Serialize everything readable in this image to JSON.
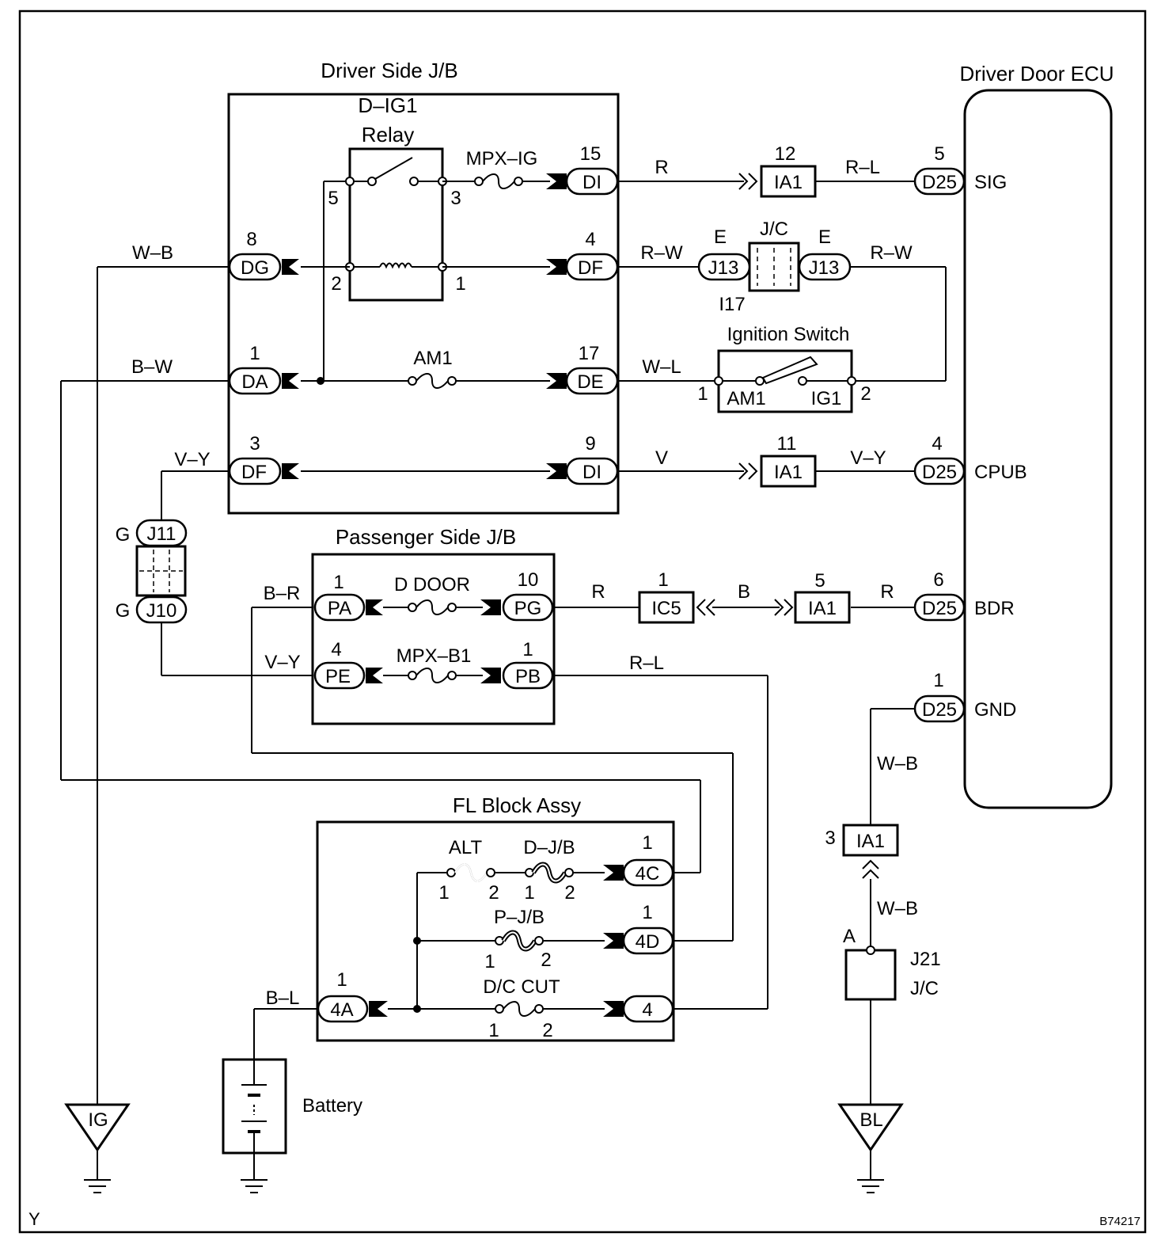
{
  "corner": {
    "left": "Y",
    "right": "B74217"
  },
  "blocks": {
    "driver_jb": "Driver Side J/B",
    "driver_ecu": "Driver Door ECU",
    "passenger_jb": "Passenger Side J/B",
    "fl_block": "FL Block Assy",
    "relay_line1": "D–IG1",
    "relay_line2": "Relay",
    "ignition_switch": "Ignition Switch",
    "ignition_switch_id": "I17",
    "jc_top": "J/C",
    "j21_id": "J21",
    "j21_jc": "J/C",
    "battery": "Battery"
  },
  "fuses": {
    "mpx_ig": "MPX–IG",
    "am1": "AM1",
    "d_door": "D DOOR",
    "mpx_b1": "MPX–B1",
    "alt": "ALT",
    "d_jb": "D–J/B",
    "p_jb": "P–J/B",
    "dc_cut": "D/C CUT"
  },
  "ecu_pins": {
    "sig": "SIG",
    "cpub": "CPUB",
    "bdr": "BDR",
    "gnd": "GND"
  },
  "connectors": {
    "di15": {
      "code": "DI",
      "pin": "15"
    },
    "df4": {
      "code": "DF",
      "pin": "4"
    },
    "dg8": {
      "code": "DG",
      "pin": "8"
    },
    "da1": {
      "code": "DA",
      "pin": "1"
    },
    "de17": {
      "code": "DE",
      "pin": "17"
    },
    "df3": {
      "code": "DF",
      "pin": "3"
    },
    "di9": {
      "code": "DI",
      "pin": "9"
    },
    "j13_left": {
      "code": "J13",
      "pin": "E"
    },
    "j13_right": {
      "code": "J13",
      "pin": "E"
    },
    "d25_5": {
      "code": "D25",
      "pin": "5"
    },
    "d25_4": {
      "code": "D25",
      "pin": "4"
    },
    "d25_6": {
      "code": "D25",
      "pin": "6"
    },
    "d25_1": {
      "code": "D25",
      "pin": "1"
    },
    "ia1_12": {
      "code": "IA1",
      "pin": "12"
    },
    "ia1_11": {
      "code": "IA1",
      "pin": "11"
    },
    "ia1_5": {
      "code": "IA1",
      "pin": "5"
    },
    "ia1_3": {
      "code": "IA1",
      "pin": "3"
    },
    "ic5": {
      "code": "IC5",
      "pin": "1"
    },
    "j11": {
      "code": "J11",
      "pin": "G"
    },
    "j10": {
      "code": "J10",
      "pin": "G"
    },
    "pa1": {
      "code": "PA",
      "pin": "1"
    },
    "pg10": {
      "code": "PG",
      "pin": "10"
    },
    "pe4": {
      "code": "PE",
      "pin": "4"
    },
    "pb1": {
      "code": "PB",
      "pin": "1"
    },
    "c4c": {
      "code": "4C",
      "pin": "1"
    },
    "c4d": {
      "code": "4D",
      "pin": "1"
    },
    "c4": {
      "code": "4",
      "pin": ""
    },
    "c4a": {
      "code": "4A",
      "pin": "1"
    }
  },
  "wires": {
    "r_top": "R",
    "r_l_top": "R–L",
    "w_b_dg": "W–B",
    "r_w_left": "R–W",
    "r_w_right": "R–W",
    "b_w": "B–W",
    "w_l": "W–L",
    "v_y_left": "V–Y",
    "v_mid": "V",
    "v_y_right": "V–Y",
    "b_r": "B–R",
    "r_pg": "R",
    "b_mid": "B",
    "r_right": "R",
    "v_y_pe": "V–Y",
    "r_l_pb": "R–L",
    "w_b_upper": "W–B",
    "w_b_lower": "W–B",
    "b_l": "B–L"
  },
  "terminals": {
    "relay_5": "5",
    "relay_3": "3",
    "relay_2": "2",
    "relay_1": "1",
    "ig_1": "1",
    "ig_2": "2",
    "ig_am1": "AM1",
    "ig_ig1": "IG1",
    "alt_1": "1",
    "alt_2": "2",
    "djb_1": "1",
    "djb_2": "2",
    "pjb_1": "1",
    "pjb_2": "2",
    "dc_1": "1",
    "dc_2": "2",
    "j21_a": "A"
  },
  "grounds": {
    "ig": "IG",
    "bl": "BL"
  }
}
